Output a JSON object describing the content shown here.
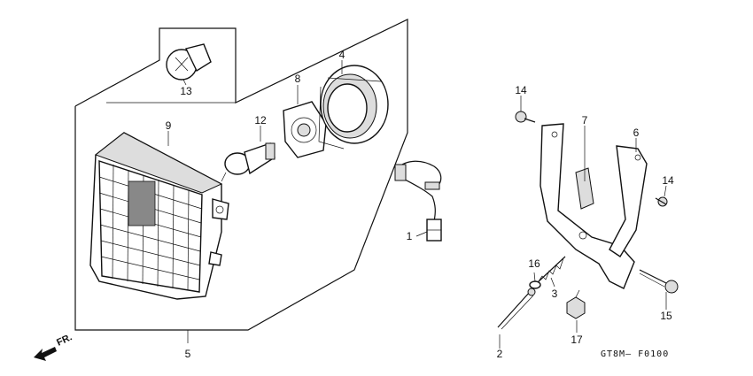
{
  "callouts": {
    "c1": "1",
    "c2": "2",
    "c3": "3",
    "c4": "4",
    "c5": "5",
    "c6": "6",
    "c7": "7",
    "c8": "8",
    "c9": "9",
    "c12": "12",
    "c13": "13",
    "c14a": "14",
    "c14b": "14",
    "c15": "15",
    "c16": "16",
    "c17": "17"
  },
  "diagram_code": "GT8M– F0100",
  "direction_label": "FR."
}
